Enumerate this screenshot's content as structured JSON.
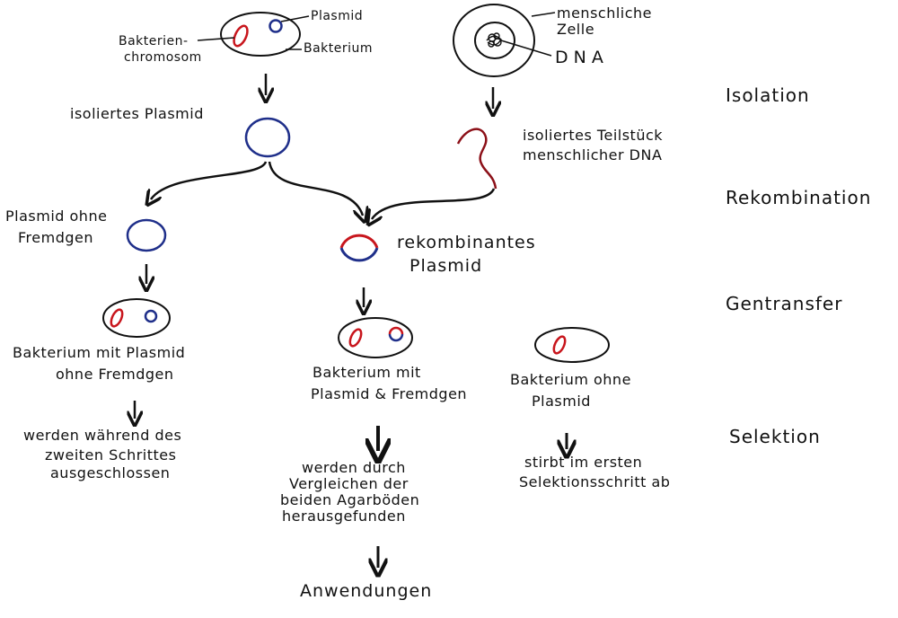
{
  "colors": {
    "ink": "#111111",
    "plasmid_blue": "#1f2f8a",
    "chromosome_red": "#c8161d",
    "human_dna_red": "#8c1018"
  },
  "labels": {
    "plasmid": "Plasmid",
    "bacterial_chromosome_1": "Bakterien-",
    "bacterial_chromosome_2": "chromosom",
    "bacterium": "Bakterium",
    "human_cell_1": "menschliche",
    "human_cell_2": "Zelle",
    "dna": "DNA",
    "isolated_plasmid": "isoliertes Plasmid",
    "isolated_fragment_1": "isoliertes Teilstück",
    "isolated_fragment_2": "menschlicher DNA",
    "plasmid_without_gene_1": "Plasmid ohne",
    "plasmid_without_gene_2": "Fremdgen",
    "recombinant_plasmid_1": "rekombinantes",
    "recombinant_plasmid_2": "Plasmid",
    "bacterium_plasmid_1": "Bakterium mit Plasmid",
    "bacterium_plasmid_2": "ohne Fremdgen",
    "bacterium_plasmid_gene_1": "Bakterium mit",
    "bacterium_plasmid_gene_2": "Plasmid & Fremdgen",
    "bacterium_no_plasmid_1": "Bakterium ohne",
    "bacterium_no_plasmid_2": "Plasmid",
    "excluded_1": "werden während des",
    "excluded_2": "zweiten Schrittes",
    "excluded_3": "ausgeschlossen",
    "found_1": "werden durch",
    "found_2": "Vergleichen der",
    "found_3": "beiden Agarböden",
    "found_4": "herausgefunden",
    "dies_1": "stirbt im ersten",
    "dies_2": "Selektionsschritt ab",
    "applications": "Anwendungen"
  },
  "stages": {
    "isolation": "Isolation",
    "recombination": "Rekombination",
    "gene_transfer": "Gentransfer",
    "selection": "Selektion"
  }
}
